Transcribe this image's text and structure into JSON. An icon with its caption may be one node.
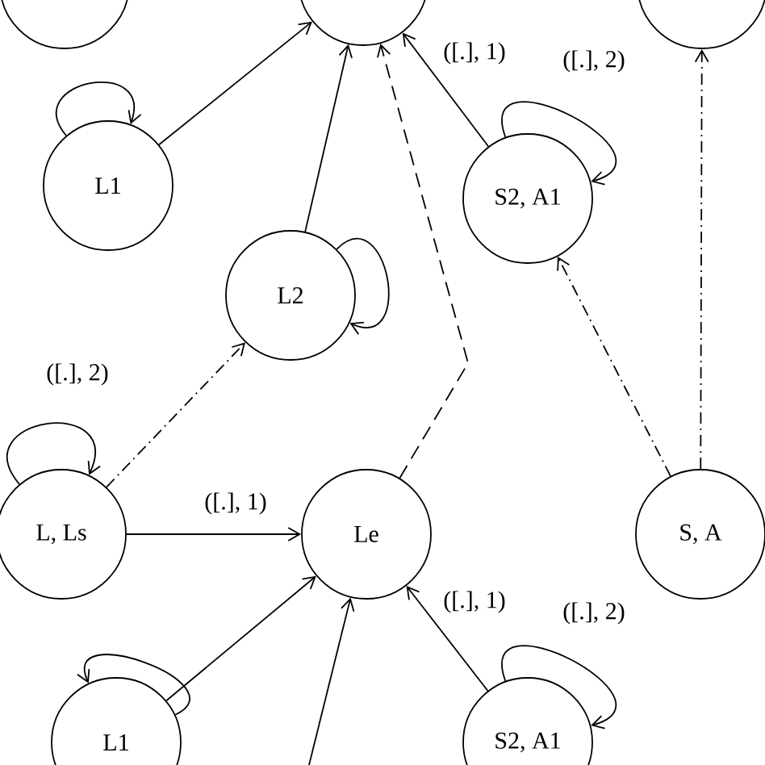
{
  "diagram": {
    "nodes": [
      {
        "text": [],
        "shape": "circle"
      },
      {
        "text": [],
        "shape": "circle"
      },
      {
        "text": [],
        "shape": "circle"
      },
      {
        "text": [
          "L1"
        ]
      },
      {
        "text": [
          "S2, A1"
        ]
      },
      {
        "text": [
          "L2"
        ]
      },
      {
        "text": [
          "L, Ls"
        ]
      },
      {
        "text": [
          "Le"
        ]
      },
      {
        "text": [
          "S, A"
        ]
      },
      {
        "text": [
          "L1"
        ]
      },
      {
        "text": [
          "S2, A1"
        ]
      }
    ],
    "edges": [
      {
        "from": 3,
        "to": 1,
        "arrow": "to"
      },
      {
        "from": 5,
        "to": 1,
        "arrow": "to"
      },
      {
        "from": 4,
        "to": 1,
        "arrow": "to",
        "label": "([.], 1)"
      },
      {
        "from": 4,
        "to": 4,
        "arrow": "to",
        "label": "([.], 2)"
      },
      {
        "from": 3,
        "to": 3,
        "arrow": "to"
      },
      {
        "from": 5,
        "to": 5,
        "arrow": "to"
      },
      {
        "from": 7,
        "to": 1,
        "arrow": "to",
        "style": "dashed"
      },
      {
        "from": 6,
        "to": 5,
        "arrow": "to",
        "style": "dashed"
      },
      {
        "from": 6,
        "to": 6,
        "arrow": "to",
        "label": "([.], 2)"
      },
      {
        "from": 6,
        "to": 7,
        "arrow": "to",
        "label": "([.], 1)"
      },
      {
        "from": 8,
        "to": 4,
        "arrow": "to",
        "style": "dashed"
      },
      {
        "from": 8,
        "to": 2,
        "arrow": "to",
        "style": "dashed"
      },
      {
        "from": 9,
        "to": 7,
        "arrow": "to"
      },
      {
        "from": null,
        "to": 7,
        "arrow": "to"
      },
      {
        "from": 10,
        "to": 7,
        "arrow": "to",
        "label": "([.], 1)"
      },
      {
        "from": 10,
        "to": 10,
        "arrow": "to",
        "label": "([.], 2)"
      },
      {
        "from": 9,
        "to": 9,
        "arrow": "to"
      }
    ]
  }
}
